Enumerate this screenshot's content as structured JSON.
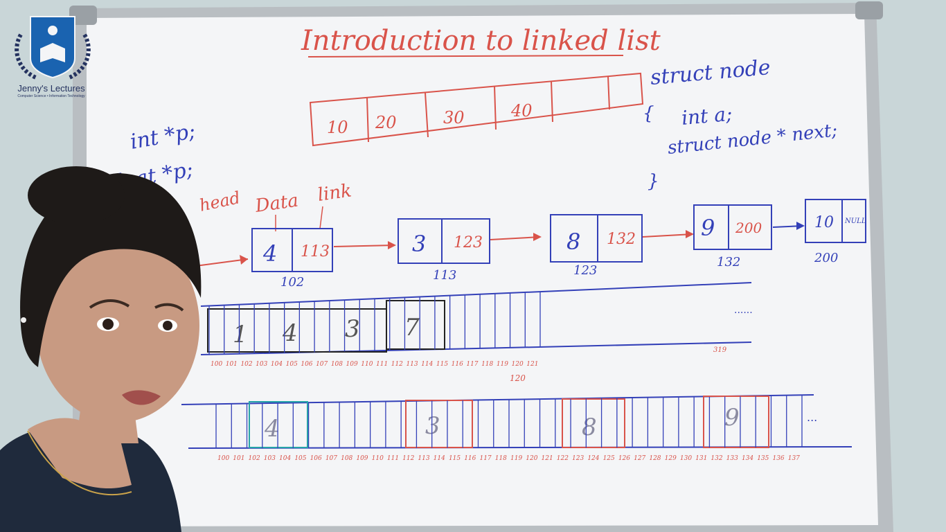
{
  "logo": {
    "name": "Jenny's Lectures",
    "tagline": "Computer Science • Information Technology"
  },
  "board": {
    "title": "Introduction to linked list",
    "array": {
      "values": [
        "10",
        "20",
        "30",
        "40"
      ]
    },
    "struct_code": {
      "line1": "struct node",
      "line2": "{",
      "line3": "int a;",
      "line4": "struct node * next;",
      "line5": "}"
    },
    "pointer_notes": {
      "int_ptr": "int *p;",
      "float_ptr": "float *p;",
      "head": "head"
    },
    "node_labels": {
      "data": "Data",
      "link": "link"
    },
    "linked_list": [
      {
        "data": "4",
        "link": "113",
        "address": "102"
      },
      {
        "data": "3",
        "link": "123",
        "address": "113"
      },
      {
        "data": "8",
        "link": "132",
        "address": "123"
      },
      {
        "data": "9",
        "link": "200",
        "address": "132"
      },
      {
        "data": "10",
        "link": "NULL",
        "address": "200"
      }
    ],
    "memory_row1": {
      "cells": [
        "1",
        "4",
        "3",
        "7"
      ],
      "addresses": [
        "100",
        "101",
        "102",
        "103",
        "104",
        "105",
        "106",
        "107",
        "108",
        "109",
        "110",
        "111",
        "112",
        "113",
        "114",
        "115",
        "116",
        "117",
        "118",
        "119",
        "120",
        "121"
      ],
      "note": "120",
      "ellipsis": "......",
      "end_label": "319"
    },
    "memory_row2": {
      "cells": [
        "4",
        "3",
        "8",
        "9"
      ],
      "addresses": [
        "100",
        "101",
        "102",
        "103",
        "104",
        "105",
        "106",
        "107",
        "108",
        "109",
        "110",
        "111",
        "112",
        "113",
        "114",
        "115",
        "116",
        "117",
        "118",
        "119",
        "120",
        "121",
        "122",
        "123",
        "124",
        "125",
        "126",
        "127",
        "128",
        "129",
        "130",
        "131",
        "132",
        "133",
        "134",
        "135",
        "136",
        "137"
      ],
      "ellipsis": "..."
    }
  },
  "colors": {
    "board": "#f4f5f7",
    "marker_red": "#d9534a",
    "marker_blue": "#3340b8",
    "marker_black": "#222",
    "frame": "#b7bcc0",
    "wall": "#c9d6d8"
  }
}
